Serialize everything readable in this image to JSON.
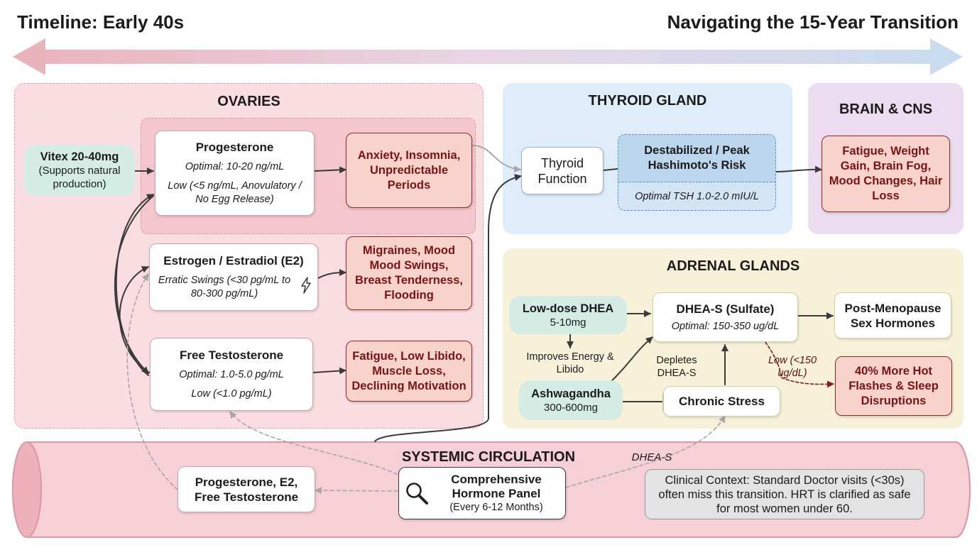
{
  "header": {
    "left_title": "Timeline: Early 40s",
    "right_title": "Navigating the 15-Year Transition"
  },
  "ovaries": {
    "title": "OVARIES",
    "vitex": {
      "name": "Vitex 20-40mg",
      "note": "(Supports natural production)"
    },
    "progesterone": {
      "name": "Progesterone",
      "optimal": "Optimal: 10-20 ng/mL",
      "low": "Low (<5 ng/mL, Anovulatory / No Egg Release)",
      "symptoms": "Anxiety, Insomnia, Unpredictable Periods"
    },
    "estrogen": {
      "name": "Estrogen / Estradiol (E2)",
      "range": "Erratic Swings (<30 pg/mL to 80-300 pg/mL)",
      "symptoms": "Migraines, Mood Mood Swings, Breast Tenderness, Flooding"
    },
    "testosterone": {
      "name": "Free Testosterone",
      "optimal": "Optimal: 1.0-5.0 pg/mL",
      "low": "Low (<1.0 pg/mL)",
      "symptoms": "Fatigue, Low Libido, Muscle Loss, Declining Motivation"
    }
  },
  "thyroid": {
    "title": "THYROID GLAND",
    "function": "Thyroid Function",
    "risk": "Destabilized / Peak Hashimoto's Risk",
    "optimal": "Optimal TSH 1.0-2.0 mIU/L"
  },
  "brain": {
    "title": "BRAIN & CNS",
    "symptoms": "Fatigue, Weight Gain, Brain Fog, Mood Changes, Hair Loss"
  },
  "adrenal": {
    "title": "ADRENAL GLANDS",
    "dhea_supp": {
      "name": "Low-dose DHEA",
      "dose": "5-10mg"
    },
    "improves": "Improves Energy & Libido",
    "ashwagandha": {
      "name": "Ashwagandha",
      "dose": "300-600mg"
    },
    "dheas": {
      "name": "DHEA-S (Sulfate)",
      "optimal": "Optimal: 150-350 ug/dL"
    },
    "depletes": "Depletes DHEA-S",
    "stress": "Chronic Stress",
    "low": "Low (<150 ug/dL)",
    "post": "Post-Menopause Sex Hormones",
    "hotflash": "40% More Hot Flashes & Sleep Disruptions"
  },
  "circulation": {
    "title": "SYSTEMIC CIRCULATION",
    "panel": {
      "name": "Comprehensive Hormone Panel",
      "freq": "(Every 6-12 Months)"
    },
    "measures": "Progesterone, E2, Free Testosterone",
    "dhea_label": "DHEA-S",
    "context": "Clinical Context: Standard Doctor visits (<30s) often miss this transition. HRT is clarified as safe for most women under 60."
  },
  "colors": {
    "ovaries_bg": "#f9dde1",
    "thyroid_bg": "#deedf9",
    "brain_bg": "#ecdcef",
    "adrenal_bg": "#f7f1da",
    "symptom_fill": "#f8d3cc",
    "supplement_fill": "#d4ece4"
  },
  "icons": {
    "lightning": "lightning-icon",
    "magnifier": "magnifier-icon",
    "timeline": "double-arrow-icon"
  }
}
